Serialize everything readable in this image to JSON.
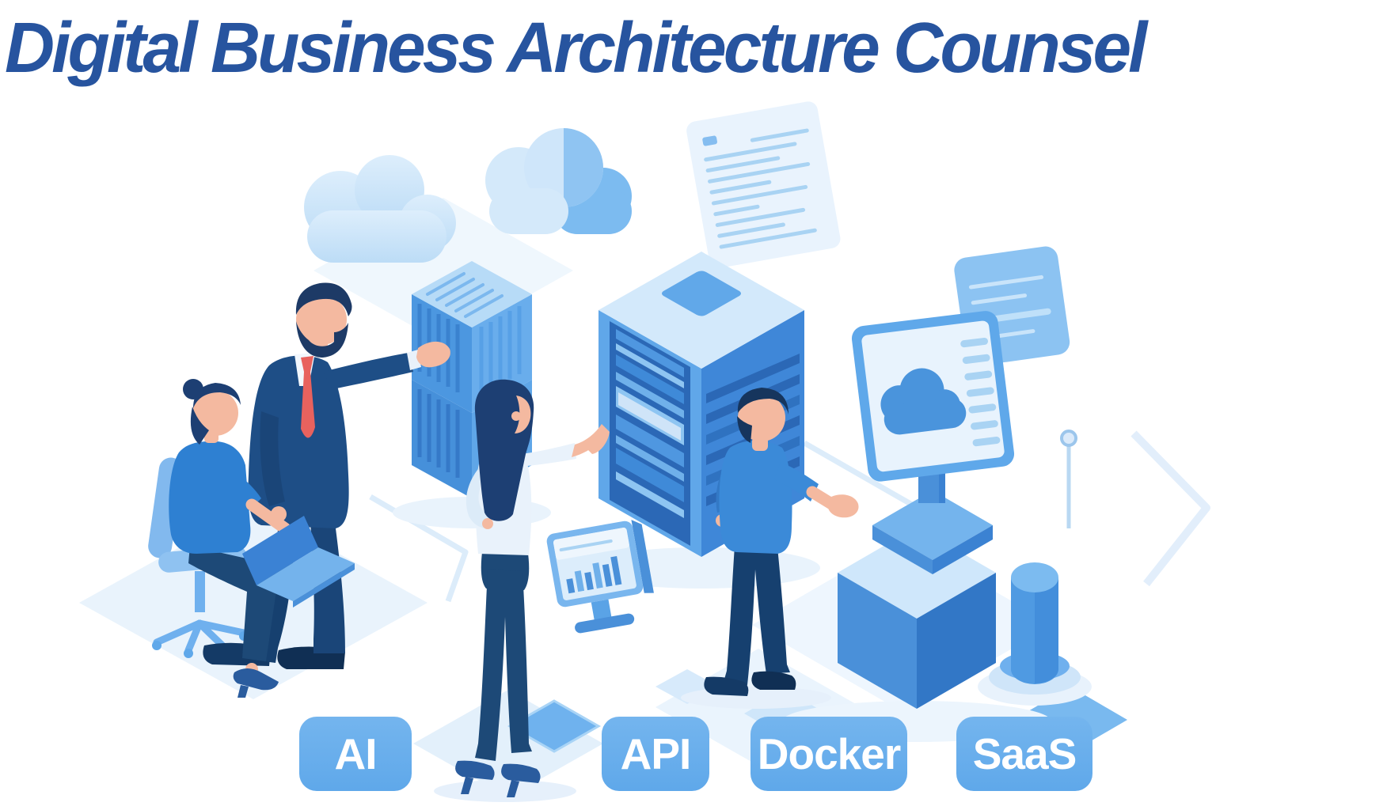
{
  "hero": {
    "title": "Digital Business Architecture Counsel"
  },
  "tags": {
    "items": [
      {
        "label": "AI"
      },
      {
        "label": "API"
      },
      {
        "label": "Docker"
      },
      {
        "label": "SaaS"
      }
    ]
  },
  "colors": {
    "background": "#ffffff",
    "title_text": "#27549f",
    "tag_bg": "#5fa8ea",
    "tag_bg_top": "#74b5ee",
    "tag_text": "#ffffff",
    "accent_blue": "#4a90d9",
    "light_blue": "#d9ebfb",
    "navy": "#1d4977",
    "suit_navy": "#1e4e86",
    "hair_navy": "#1d3a66",
    "skin": "#f4b9a0",
    "tie_red": "#e8625e"
  },
  "illustration": {
    "icons": [
      "cloud-icon",
      "cloud-3d-icon",
      "code-panel-icon",
      "chat-panel-icon",
      "container-stack-icon",
      "server-rack-icon",
      "bar-chart-monitor-icon",
      "cloud-monitor-icon",
      "pedestal-icon",
      "bollard-icon",
      "network-node-icon",
      "seated-woman-laptop",
      "presenting-man-suit",
      "standing-woman",
      "standing-man"
    ]
  }
}
